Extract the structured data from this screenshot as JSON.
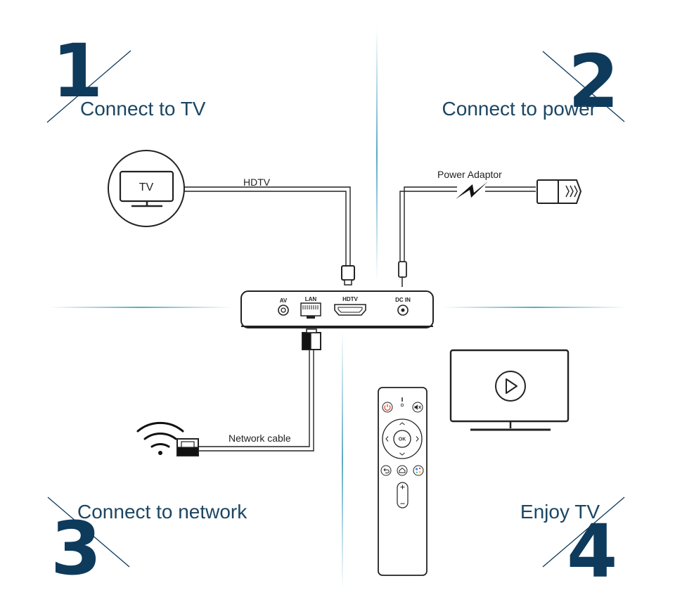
{
  "steps": [
    {
      "number": "1",
      "title": "Connect to TV"
    },
    {
      "number": "2",
      "title": "Connect to power"
    },
    {
      "number": "3",
      "title": "Connect to network"
    },
    {
      "number": "4",
      "title": "Enjoy TV"
    }
  ],
  "labels": {
    "tv": "TV",
    "hdtv_cable": "HDTV",
    "power_adaptor": "Power Adaptor",
    "network_cable": "Network cable"
  },
  "ports": {
    "av": "AV",
    "lan": "LAN",
    "hdtv": "HDTV",
    "dc_in": "DC IN"
  },
  "remote": {
    "ok_label": "OK"
  },
  "colors": {
    "accent": "#0e3a5c",
    "divider": "#5aa9c4",
    "power_button": "#d9412b"
  }
}
